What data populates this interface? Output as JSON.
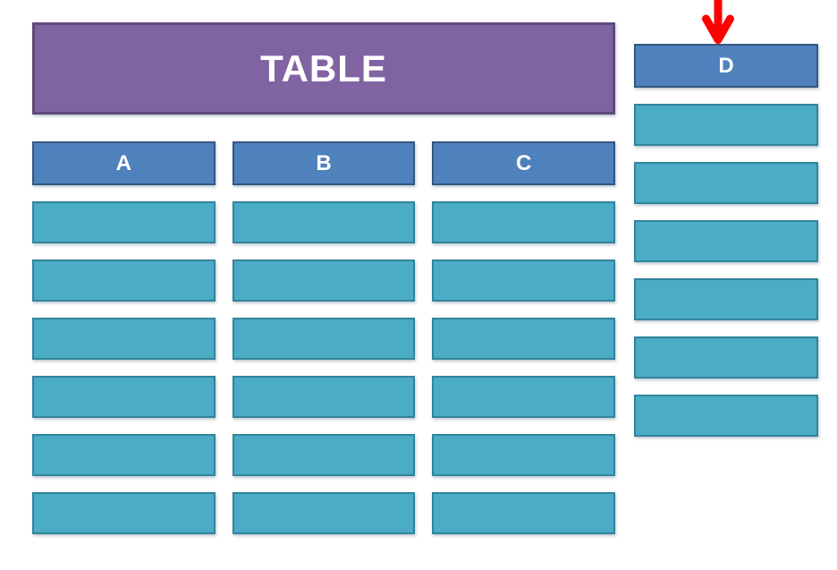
{
  "table": {
    "title": "TABLE",
    "columns": [
      {
        "label": "A",
        "cells": [
          "",
          "",
          "",
          "",
          "",
          ""
        ]
      },
      {
        "label": "B",
        "cells": [
          "",
          "",
          "",
          "",
          "",
          ""
        ]
      },
      {
        "label": "C",
        "cells": [
          "",
          "",
          "",
          "",
          "",
          ""
        ]
      }
    ]
  },
  "detached_column": {
    "label": "D",
    "cells": [
      "",
      "",
      "",
      "",
      "",
      ""
    ]
  },
  "annotation": {
    "type": "arrow-down",
    "points_to": "D"
  },
  "colors": {
    "background": "#FFFFFF",
    "title_fill": "#8064A2",
    "title_border": "#5F4A79",
    "header_fill": "#4F81BD",
    "header_border": "#35567F",
    "cell_fill": "#4BACC6",
    "cell_border": "#31849B",
    "arrow": "#FF0000",
    "text": "#FFFFFF"
  }
}
